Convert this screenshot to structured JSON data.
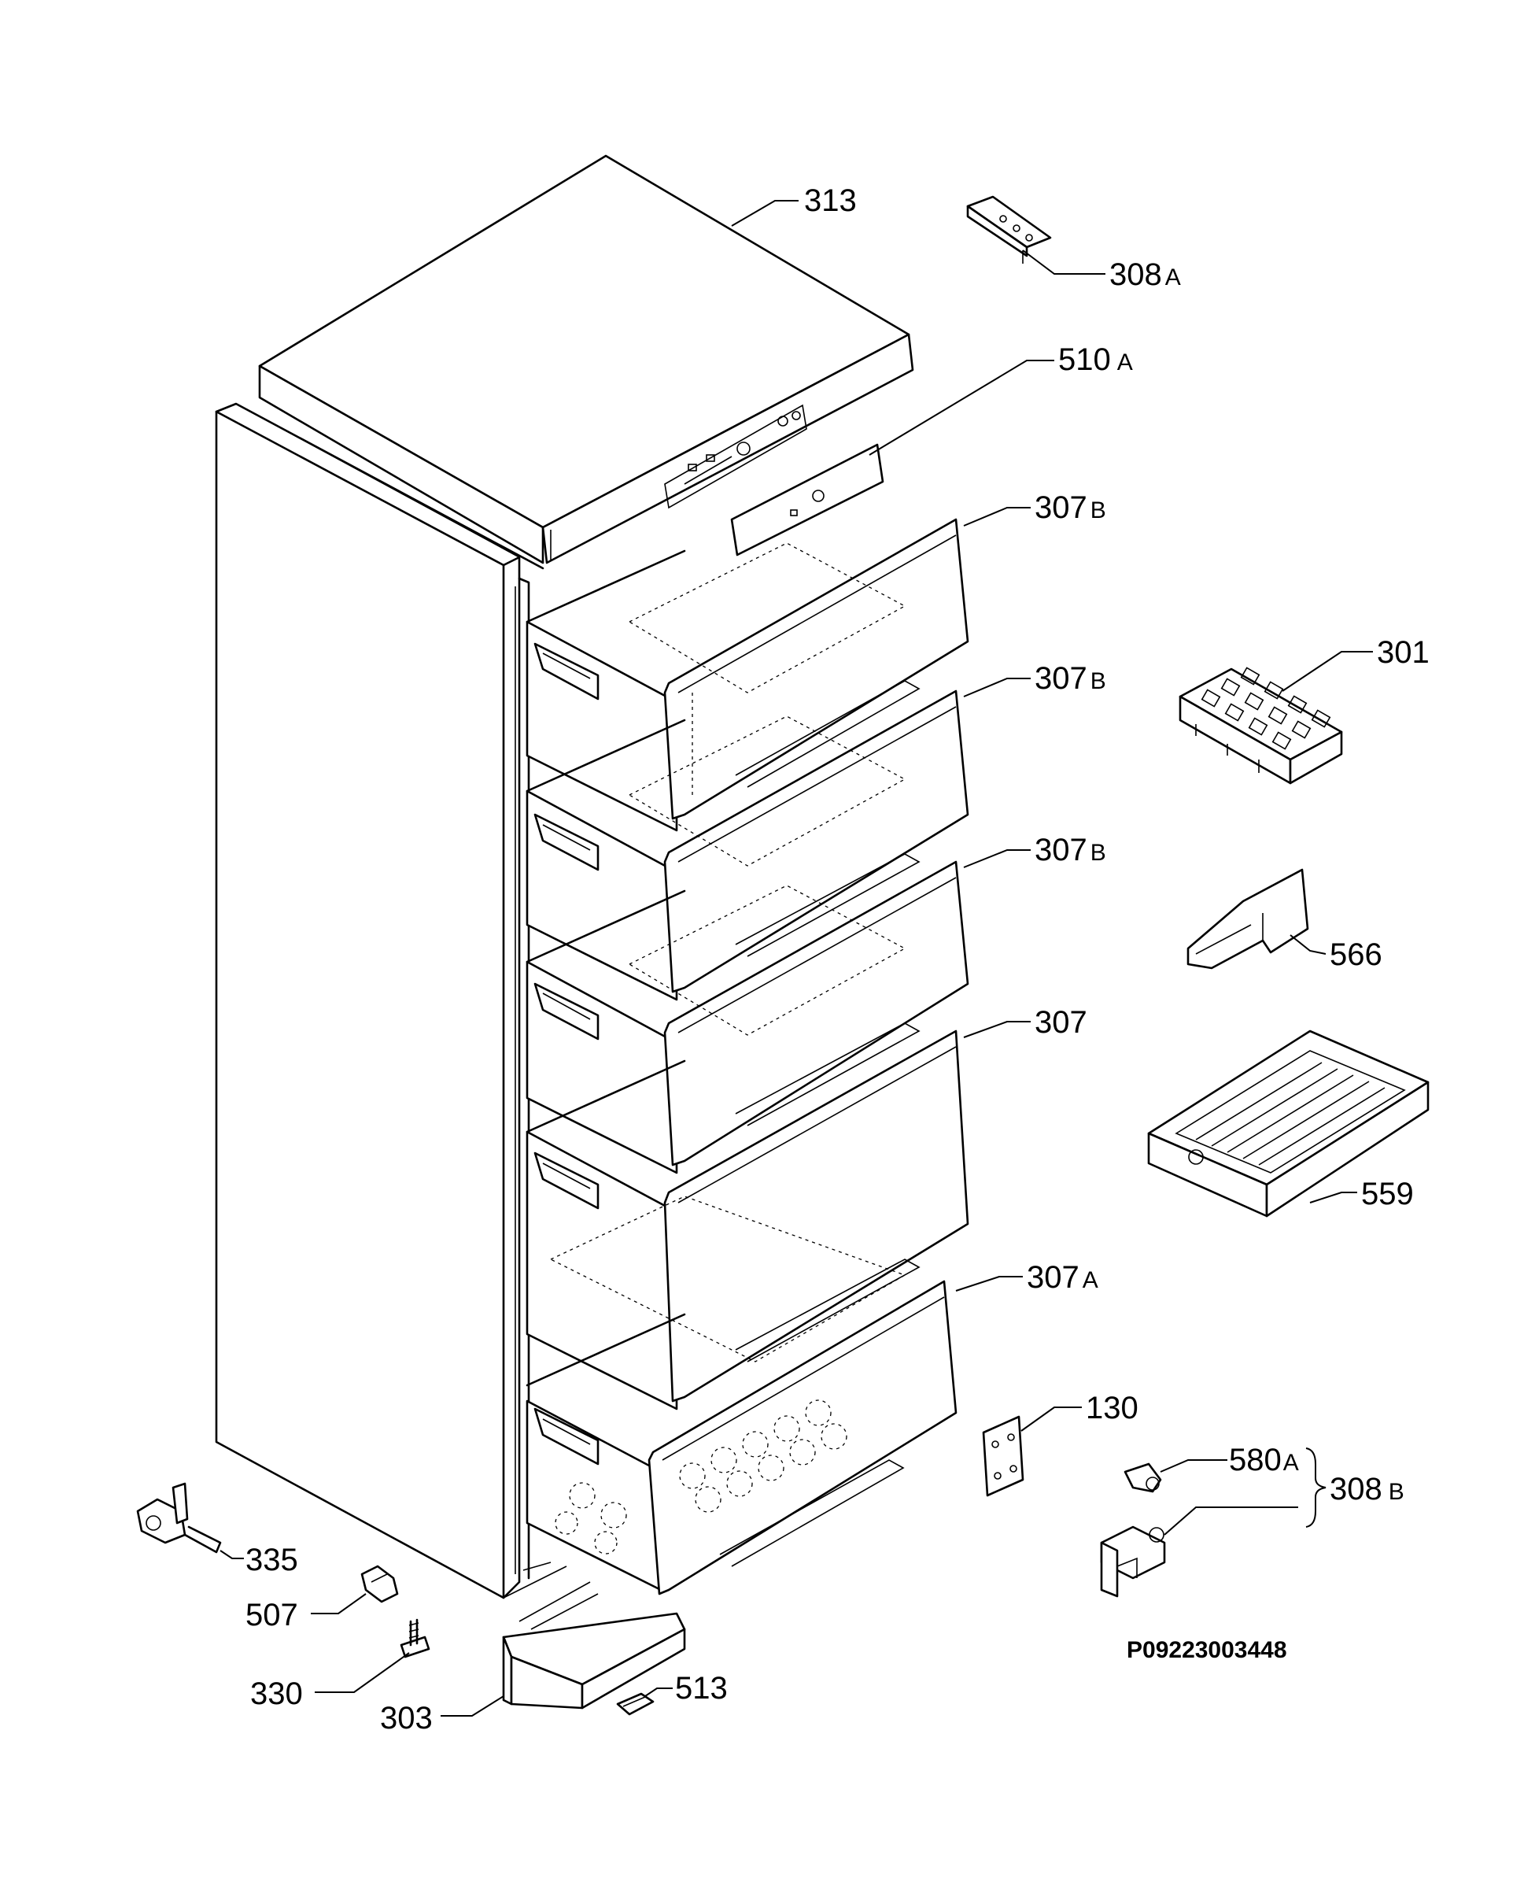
{
  "labels": {
    "l313": {
      "num": "313",
      "suffix": ""
    },
    "l308a": {
      "num": "308",
      "suffix": "A"
    },
    "l510a": {
      "num": "510",
      "suffix": "A"
    },
    "l307b1": {
      "num": "307",
      "suffix": "B"
    },
    "l307b2": {
      "num": "307",
      "suffix": "B"
    },
    "l307b3": {
      "num": "307",
      "suffix": "B"
    },
    "l307": {
      "num": "307",
      "suffix": ""
    },
    "l307a": {
      "num": "307",
      "suffix": "A"
    },
    "l301": {
      "num": "301",
      "suffix": ""
    },
    "l566": {
      "num": "566",
      "suffix": ""
    },
    "l559": {
      "num": "559",
      "suffix": ""
    },
    "l130": {
      "num": "130",
      "suffix": ""
    },
    "l580a": {
      "num": "580",
      "suffix": "A"
    },
    "l308b": {
      "num": "308",
      "suffix": "B"
    },
    "l335": {
      "num": "335",
      "suffix": ""
    },
    "l507": {
      "num": "507",
      "suffix": ""
    },
    "l330": {
      "num": "330",
      "suffix": ""
    },
    "l303": {
      "num": "303",
      "suffix": ""
    },
    "l513": {
      "num": "513",
      "suffix": ""
    }
  },
  "drawing_code": "P09223003448"
}
